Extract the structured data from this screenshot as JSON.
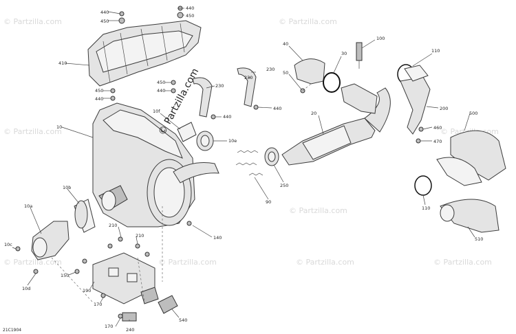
{
  "diagram_code": "21C1904",
  "watermark_text": "© Partzilla.com",
  "center_watermark_text": "© Partzilla.com",
  "callouts": {
    "c440a": "440",
    "c450a": "450",
    "c440b": "440",
    "c450b": "450",
    "c410": "410",
    "c450c": "450",
    "c440c": "440",
    "c450d": "450",
    "c440d": "440",
    "c230a": "230",
    "c230b": "230",
    "c230c": "230",
    "c440e": "440",
    "c440f": "440",
    "c10f": "10f",
    "c10": "10",
    "c10e": "10e",
    "c10b": "10b",
    "c10a": "10a",
    "c10c": "10c",
    "c10d": "10d",
    "c40": "40",
    "c50": "50",
    "c30": "30",
    "c100": "100",
    "c110a": "110",
    "c20": "20",
    "c200": "200",
    "c460": "460",
    "c470": "470",
    "c500": "500",
    "c250": "250",
    "c90": "90",
    "c110b": "110",
    "c510": "510",
    "c140": "140",
    "c210a": "210",
    "c210b": "210",
    "c150": "150",
    "c190": "190",
    "c170a": "170",
    "c170b": "170",
    "c240": "240",
    "c540": "540"
  }
}
